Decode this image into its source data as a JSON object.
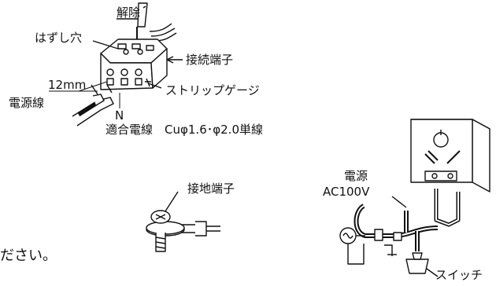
{
  "labels": {
    "release": "解除",
    "release_hole": "はずし穴",
    "connection_terminal": "接続端子",
    "strip_length": "12mm",
    "power_wire": "電源線",
    "strip_gauge": "ストリップゲージ",
    "n_mark": "N",
    "compatible_wire": "適合電線　Cuφ1.6･φ2.0単線",
    "ground_terminal": "接地端子",
    "power_source": "電源",
    "voltage": "AC100V",
    "switch": "スイッチ",
    "cutoff_text": "ださい。"
  }
}
